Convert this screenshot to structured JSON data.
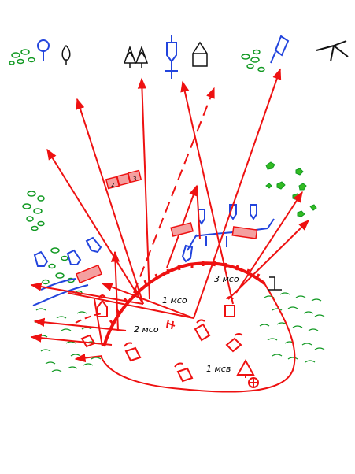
{
  "map": {
    "colors": {
      "own_forces": "#ee1111",
      "enemy": "#2244dd",
      "vegetation": "#119922",
      "landmark": "#111111",
      "background": "#ffffff"
    },
    "unit_labels": {
      "sector_1": "1 мсо",
      "sector_2": "2 мсо",
      "sector_3": "3 мсо",
      "reserve": "1 мсв"
    },
    "firing_line_numbers": [
      "2",
      "1",
      "3"
    ],
    "top_landmarks": [
      {
        "icon": "bush-clump-icon",
        "color": "vegetation"
      },
      {
        "icon": "solitary-tree-icon",
        "color": "landmark"
      },
      {
        "icon": "conifer-forest-icon",
        "color": "landmark"
      },
      {
        "icon": "church-cross-icon",
        "color": "enemy"
      },
      {
        "icon": "house-icon",
        "color": "landmark"
      },
      {
        "icon": "radio-mast-icon",
        "color": "enemy"
      },
      {
        "icon": "windmill-icon",
        "color": "landmark"
      }
    ]
  }
}
